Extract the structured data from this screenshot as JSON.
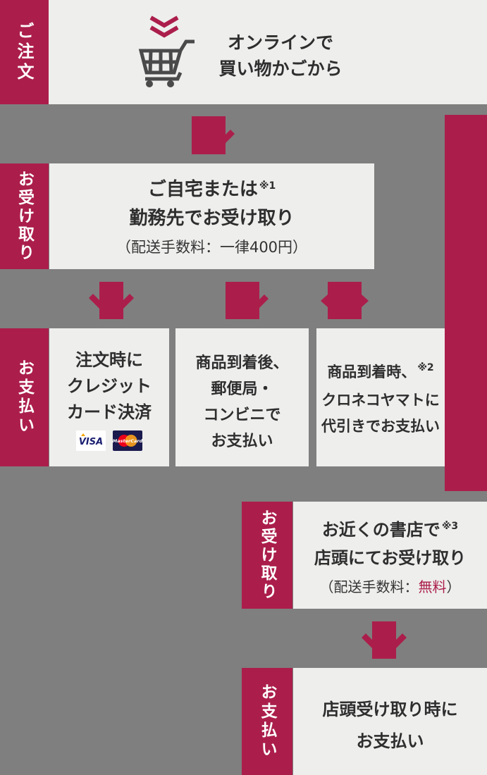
{
  "palette": {
    "accent": "#ab1e4b",
    "background_gray": "#7f7f7f",
    "panel": "#eeeeed",
    "text": "#2e2e2e",
    "icon_gray": "#4a4a4a"
  },
  "order": {
    "label": "ご注文",
    "lines": [
      "オンラインで",
      "買い物かごから"
    ]
  },
  "receive_home": {
    "label": "お受け取り",
    "title_line1": "ご自宅または",
    "footnote_mark": "※1",
    "title_line2": "勤務先でお受け取り",
    "note": "（配送手数料：一律400円）"
  },
  "pay_home": {
    "label": "お支払い",
    "options": [
      {
        "lines": [
          "注文時に",
          "クレジット",
          "カード決済"
        ],
        "card_brands": [
          "VISA",
          "MasterCard"
        ]
      },
      {
        "lines": [
          "商品到着後、",
          "郵便局・",
          "コンビニで",
          "お支払い"
        ]
      },
      {
        "line1": "商品到着時、",
        "footnote_mark": "※2",
        "lines": [
          "クロネコヤマトに",
          "代引きでお支払い"
        ]
      }
    ]
  },
  "receive_store": {
    "label": "お受け取り",
    "title_line1": "お近くの書店で",
    "footnote_mark": "※3",
    "title_line2": "店頭にてお受け取り",
    "note_prefix": "（配送手数料：",
    "note_free": "無料",
    "note_suffix": "）"
  },
  "pay_store": {
    "label": "お支払い",
    "lines": [
      "店頭受け取り時に",
      "お支払い"
    ]
  }
}
